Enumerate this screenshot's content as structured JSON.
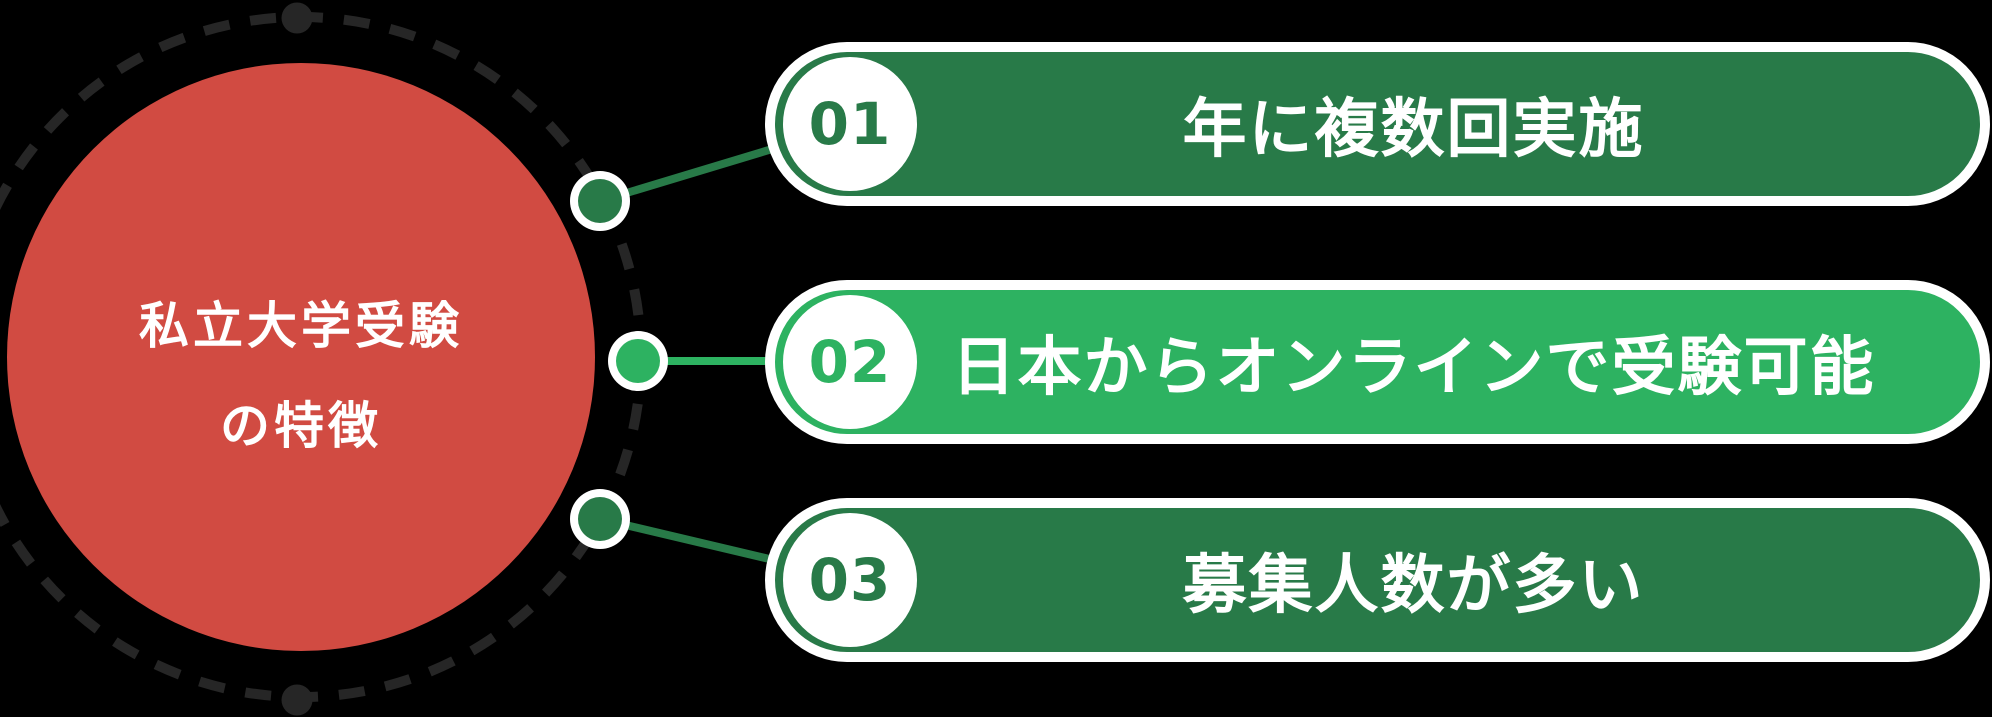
{
  "background_color": "#000000",
  "hub": {
    "title_line1": "私立大学受験",
    "title_line2": "の特徴",
    "color": "#d14b42",
    "text_color": "#ffffff"
  },
  "orbit": {
    "color": "#262626"
  },
  "items": [
    {
      "number": "01",
      "label": "年に複数回実施",
      "color": "#287a48"
    },
    {
      "number": "02",
      "label": "日本からオンラインで受験可能",
      "color": "#2db261"
    },
    {
      "number": "03",
      "label": "募集人数が多い",
      "color": "#287a48"
    }
  ]
}
